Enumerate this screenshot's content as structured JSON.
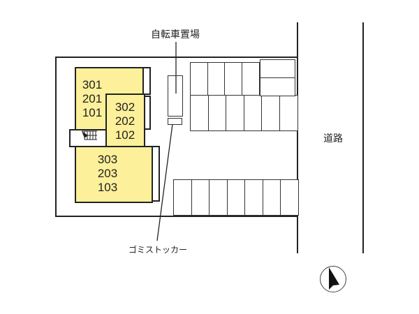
{
  "labels": {
    "bicycle_parking": "自転車置場",
    "garbage_stocker": "ゴミストッカー",
    "road": "道路"
  },
  "buildings": [
    {
      "id": "building-a",
      "units": [
        "301",
        "201",
        "101"
      ]
    },
    {
      "id": "building-b",
      "units": [
        "302",
        "202",
        "102"
      ]
    },
    {
      "id": "building-c",
      "units": [
        "303",
        "203",
        "103"
      ]
    }
  ],
  "parking": {
    "upper_row_top_slots": 4,
    "upper_row_bottom_slots": 6,
    "upper_right_stacked_slots": 2,
    "lower_row_slots": 7
  },
  "compass": {
    "icon": "north-arrow-icon",
    "direction": "north"
  },
  "colors": {
    "building_fill": "#fcf09a",
    "outline": "#222222",
    "background": "#ffffff"
  }
}
